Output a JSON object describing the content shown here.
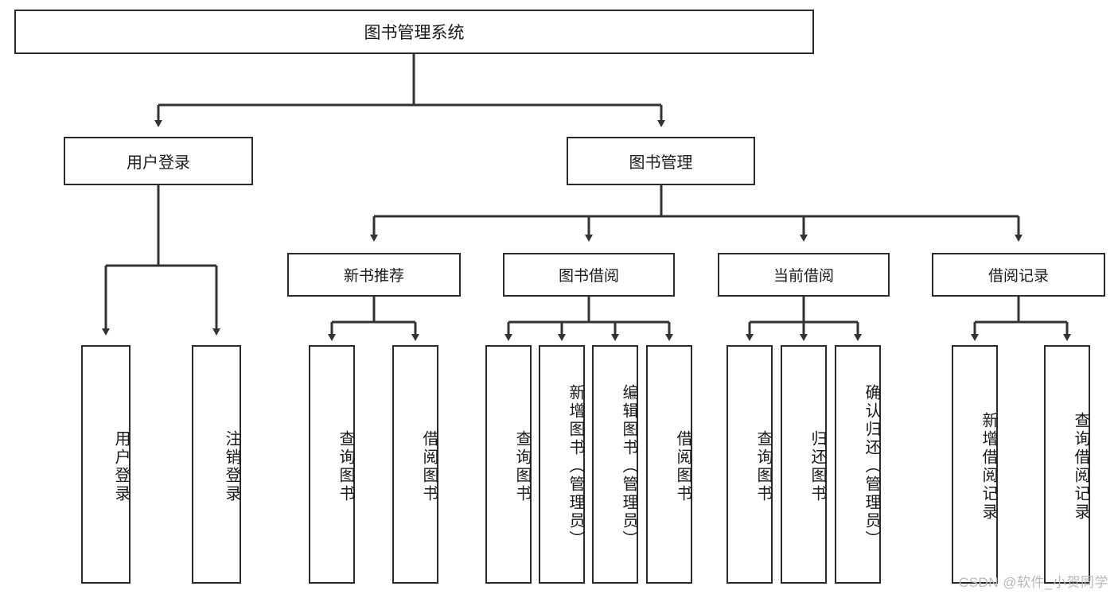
{
  "diagram": {
    "type": "tree-hierarchy",
    "title": "图书管理系统",
    "watermark": "CSDN @软件_小贺同学",
    "colors": {
      "box_border": "#2b2b2b",
      "box_fill": "#ffffff",
      "edge": "#333333",
      "background": "#ffffff",
      "watermark": "#b9b9b9"
    },
    "nodes": {
      "root": {
        "label": "图书管理系统"
      },
      "level2": [
        {
          "label": "用户登录"
        },
        {
          "label": "图书管理"
        }
      ],
      "level3": [
        {
          "label": "新书推荐"
        },
        {
          "label": "图书借阅"
        },
        {
          "label": "当前借阅"
        },
        {
          "label": "借阅记录"
        }
      ],
      "leaves": {
        "user_login": [
          {
            "label": "用户登录"
          },
          {
            "label": "注销登录"
          }
        ],
        "new_book_recommend": [
          {
            "label": "查询图书"
          },
          {
            "label": "借阅图书"
          }
        ],
        "book_borrow": [
          {
            "label": "查询图书"
          },
          {
            "label": "新增图书（管理员）"
          },
          {
            "label": "编辑图书（管理员）"
          },
          {
            "label": "借阅图书"
          }
        ],
        "current_borrow": [
          {
            "label": "查询图书"
          },
          {
            "label": "归还图书"
          },
          {
            "label": "确认归还（管理员）"
          }
        ],
        "borrow_record": [
          {
            "label": "新增借阅记录"
          },
          {
            "label": "查询借阅记录"
          }
        ]
      }
    }
  }
}
